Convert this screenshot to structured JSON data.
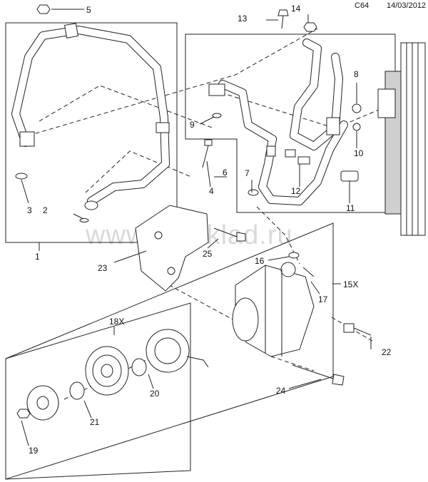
{
  "header": {
    "page_code": "C64",
    "date": "14/03/2012"
  },
  "watermark": "www.gmsklad.ru",
  "callouts": [
    {
      "id": "c1",
      "text": "1"
    },
    {
      "id": "c2",
      "text": "2"
    },
    {
      "id": "c3",
      "text": "3"
    },
    {
      "id": "c4",
      "text": "4"
    },
    {
      "id": "c5",
      "text": "5"
    },
    {
      "id": "c6",
      "text": "6"
    },
    {
      "id": "c7",
      "text": "7"
    },
    {
      "id": "c8",
      "text": "8"
    },
    {
      "id": "c9",
      "text": "9"
    },
    {
      "id": "c10",
      "text": "10"
    },
    {
      "id": "c11",
      "text": "11"
    },
    {
      "id": "c12",
      "text": "12"
    },
    {
      "id": "c13",
      "text": "13"
    },
    {
      "id": "c14",
      "text": "14"
    },
    {
      "id": "c15",
      "text": "15X"
    },
    {
      "id": "c16",
      "text": "16"
    },
    {
      "id": "c17",
      "text": "17"
    },
    {
      "id": "c18",
      "text": "18X"
    },
    {
      "id": "c19",
      "text": "19"
    },
    {
      "id": "c20",
      "text": "20"
    },
    {
      "id": "c21",
      "text": "21"
    },
    {
      "id": "c22",
      "text": "22"
    },
    {
      "id": "c23",
      "text": "23"
    },
    {
      "id": "c24",
      "text": "24"
    },
    {
      "id": "c25",
      "text": "25"
    }
  ]
}
